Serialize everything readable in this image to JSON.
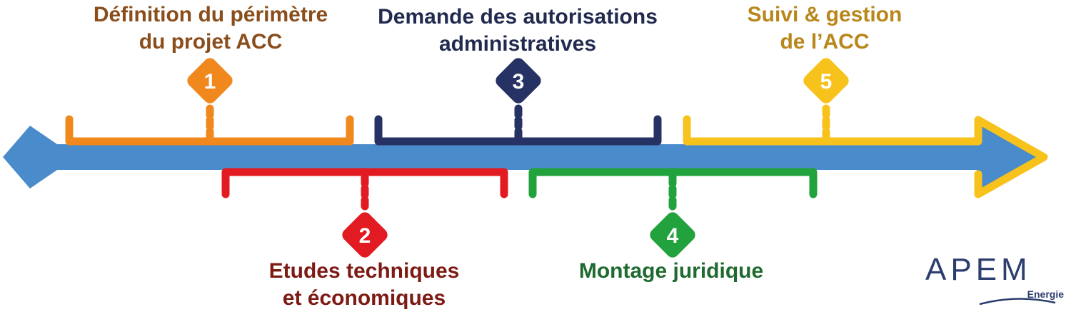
{
  "steps": [
    {
      "number": "1",
      "title_line1": "Définition du périmètre",
      "title_line2": "du projet ACC",
      "color": "#f0881e",
      "text_color": "#8a4e1c"
    },
    {
      "number": "2",
      "title_line1": "Etudes techniques",
      "title_line2": "et économiques",
      "color": "#e21b22",
      "text_color": "#7d1a14"
    },
    {
      "number": "3",
      "title_line1": "Demande des autorisations",
      "title_line2": "administratives",
      "color": "#253263",
      "text_color": "#222b4f"
    },
    {
      "number": "4",
      "title_line1": "Montage juridique",
      "title_line2": "",
      "color": "#22a23c",
      "text_color": "#1f6a2e"
    },
    {
      "number": "5",
      "title_line1": "Suivi & gestion",
      "title_line2": "de l’ACC",
      "color": "#f8c21c",
      "text_color": "#b8861a"
    }
  ],
  "arrow_color": "#4a8bcb",
  "logo": {
    "brand": "APEM",
    "subtitle": "Energie",
    "color": "#2c3e6e"
  }
}
